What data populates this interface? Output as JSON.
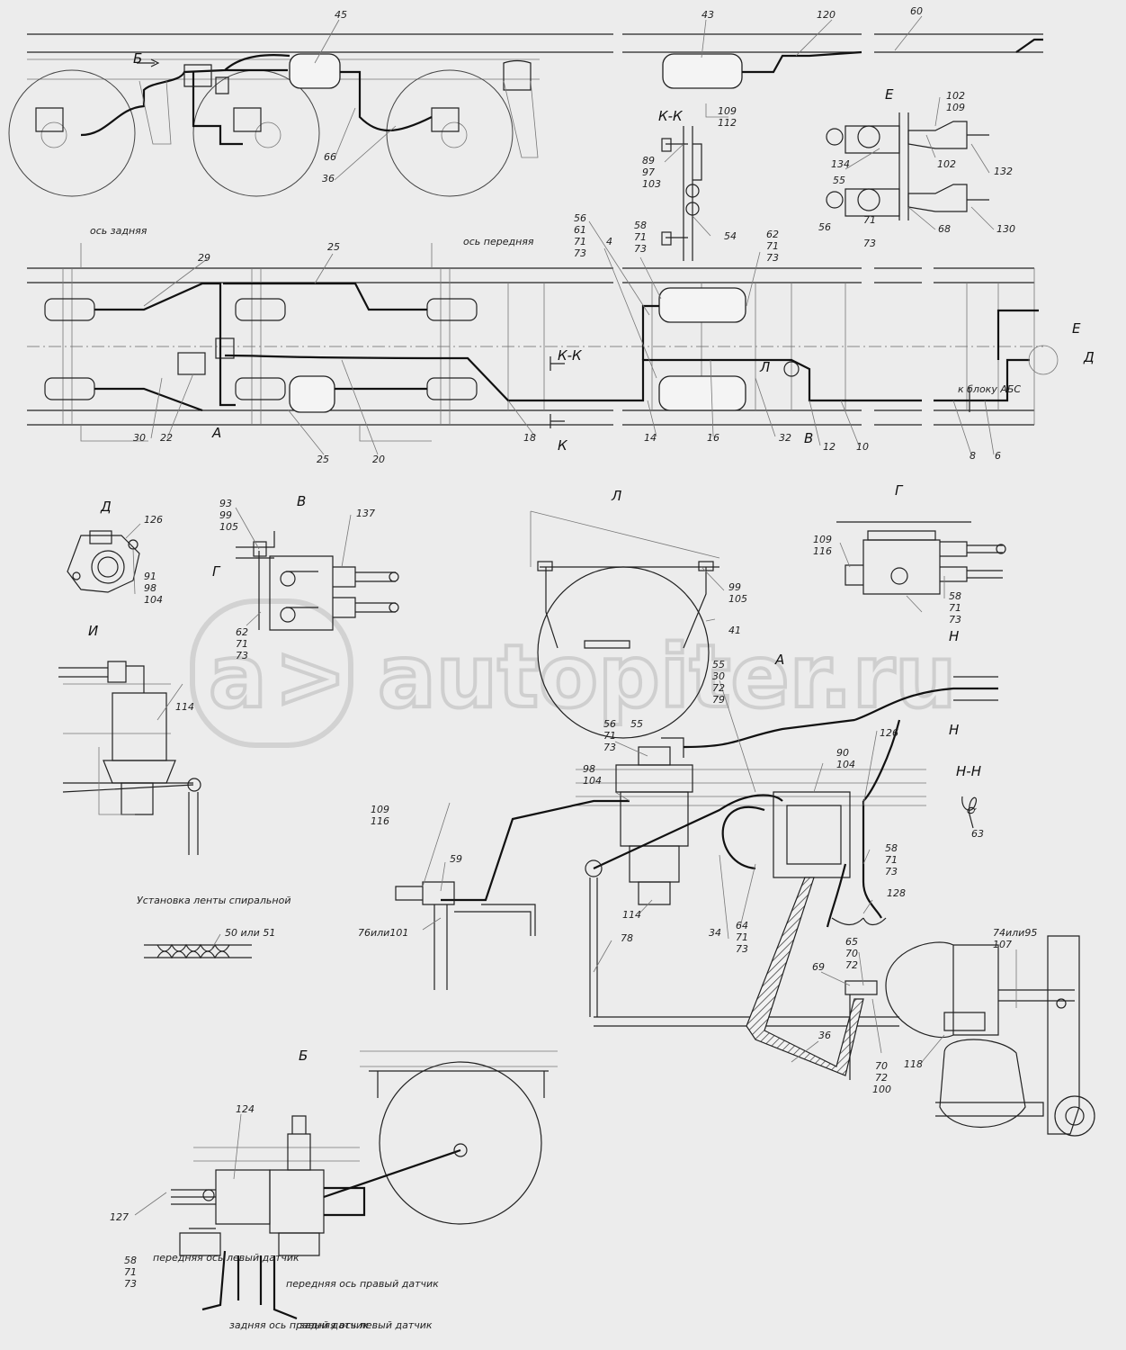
{
  "watermark": "autopiter.ru",
  "sections": {
    "B": "Б",
    "K": "К-К",
    "E": "Е",
    "D": "Д",
    "V": "В",
    "L": "Л",
    "G": "Г",
    "I": "И",
    "N": "Н-Н",
    "B2": "Б",
    "A": "А"
  },
  "annotations": {
    "rear_axle": "ось задняя",
    "front_axle": "ось передняя",
    "to_abs": "к блоку АБС",
    "spiral_title": "Установка ленты спиральной",
    "front_left": "передняя ось левый датчик",
    "front_right": "передняя ось правый датчик",
    "rear_right": "задняя ось правый датчик",
    "rear_left": "задняя ось левый датчик"
  },
  "labels": {
    "l45": "45",
    "l43": "43",
    "l120": "120",
    "l60": "60",
    "l109a": "109",
    "l112": "112",
    "l66": "66",
    "l36a": "36",
    "l89": "89",
    "l97": "97",
    "l103": "103",
    "l54": "54",
    "l102a": "102",
    "l109b": "109",
    "l134": "134",
    "l102b": "102",
    "l132": "132",
    "l55a": "55",
    "l56a": "56",
    "l71a": "71",
    "l73a": "73",
    "l68": "68",
    "l130": "130",
    "l56b": "56",
    "l61": "61",
    "l71b": "71",
    "l73b": "73",
    "l4": "4",
    "l58a": "58",
    "l71c": "71",
    "l73c": "73",
    "l62a": "62",
    "l71d": "71",
    "l73d": "73",
    "l29": "29",
    "l25a": "25",
    "l30": "30",
    "l22": "22",
    "l25b": "25",
    "l20": "20",
    "l18": "18",
    "l14": "14",
    "l16": "16",
    "l32": "32",
    "l12": "12",
    "l10": "10",
    "l8": "8",
    "l6": "6",
    "l126a": "126",
    "l91": "91",
    "l98a": "98",
    "l104a": "104",
    "l93": "93",
    "l99a": "99",
    "l105a": "105",
    "l137": "137",
    "l62b": "62",
    "l71e": "71",
    "l73e": "73",
    "l99b": "99",
    "l105b": "105",
    "l41": "41",
    "l109c": "109",
    "l116a": "116",
    "l58b": "58",
    "l71f": "71",
    "l73f": "73",
    "l114a": "114",
    "l55b": "55",
    "l30b": "30",
    "l72a": "72",
    "l79": "79",
    "l56c": "56",
    "l55c": "55",
    "l71g": "71",
    "l73g": "73",
    "l98b": "98",
    "l104b": "104",
    "l90": "90",
    "l104c": "104",
    "l126b": "126",
    "l63": "63",
    "l109d": "109",
    "l116b": "116",
    "l59": "59",
    "l58c": "58",
    "l71h": "71",
    "l73h": "73",
    "l128": "128",
    "l76": "76или101",
    "l114b": "114",
    "l64": "64",
    "l71i": "71",
    "l73i": "73",
    "l34": "34",
    "l78": "78",
    "l65": "65",
    "l70a": "70",
    "l72b": "72",
    "l74": "74или95",
    "l107": "107",
    "l69": "69",
    "l36b": "36",
    "l70b": "70",
    "l72c": "72",
    "l100": "100",
    "l118": "118",
    "l50": "50 или 51",
    "l124": "124",
    "l127": "127",
    "l58d": "58",
    "l71j": "71",
    "l73j": "73"
  }
}
